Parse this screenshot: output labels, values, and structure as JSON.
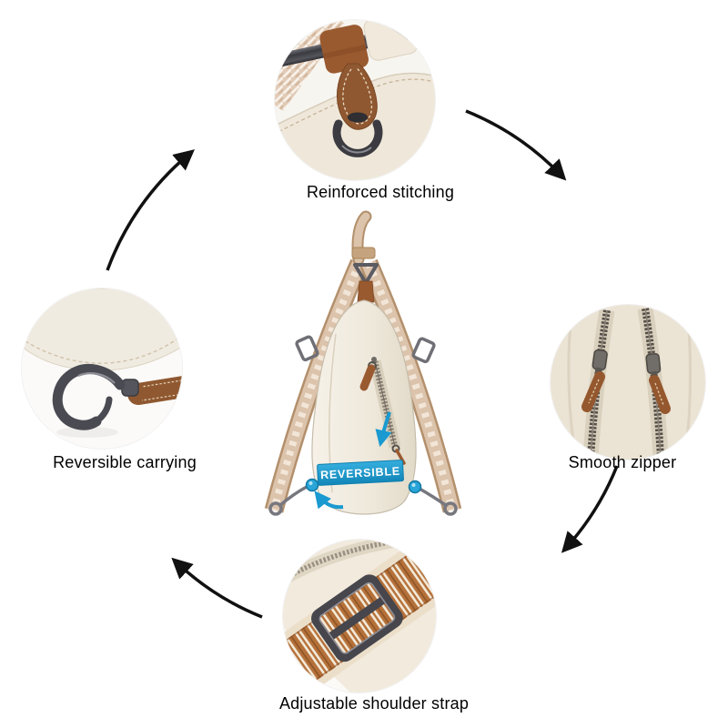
{
  "page": {
    "type": "product-feature-diagram",
    "background": "#ffffff"
  },
  "product": {
    "badge_label": "REVERSIBLE",
    "badge_color": "#1a9ad0"
  },
  "features": [
    {
      "id": "reinforced-stitching",
      "position": "top",
      "label": "Reinforced stitching"
    },
    {
      "id": "smooth-zipper",
      "position": "right",
      "label": "Smooth zipper"
    },
    {
      "id": "adjustable-shoulder-strap",
      "position": "bottom",
      "label": "Adjustable shoulder strap"
    },
    {
      "id": "reversible-carrying",
      "position": "left",
      "label": "Reversible carrying"
    }
  ],
  "arrows": {
    "count": 4,
    "direction": "clockwise",
    "color": "#111111"
  },
  "colors": {
    "leather_cream": "#efe8da",
    "leather_brown": "#9a5a30",
    "metal_dark": "#45454c",
    "webbing_tan": "#dcc3ab",
    "accent_blue": "#1a9ad0"
  }
}
